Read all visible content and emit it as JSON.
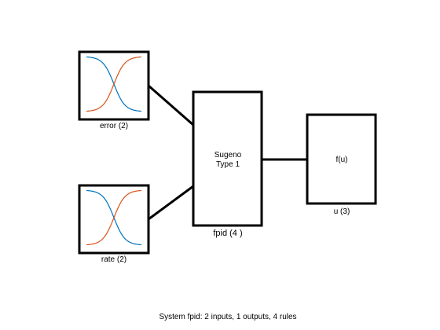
{
  "inputs": [
    {
      "label": "error (2)",
      "mf_colors": [
        "#0072BD",
        "#D95319"
      ]
    },
    {
      "label": "rate (2)",
      "mf_colors": [
        "#0072BD",
        "#D95319"
      ]
    }
  ],
  "system": {
    "line1": "Sugeno",
    "line2": "Type 1",
    "label": "fpid (4 )"
  },
  "output": {
    "function": "f(u)",
    "label": "u (3)"
  },
  "summary": "System fpid: 2 inputs, 1 outputs, 4 rules",
  "colors": {
    "stroke": "#000000",
    "mf1": "#0072BD",
    "mf2": "#D95319"
  }
}
